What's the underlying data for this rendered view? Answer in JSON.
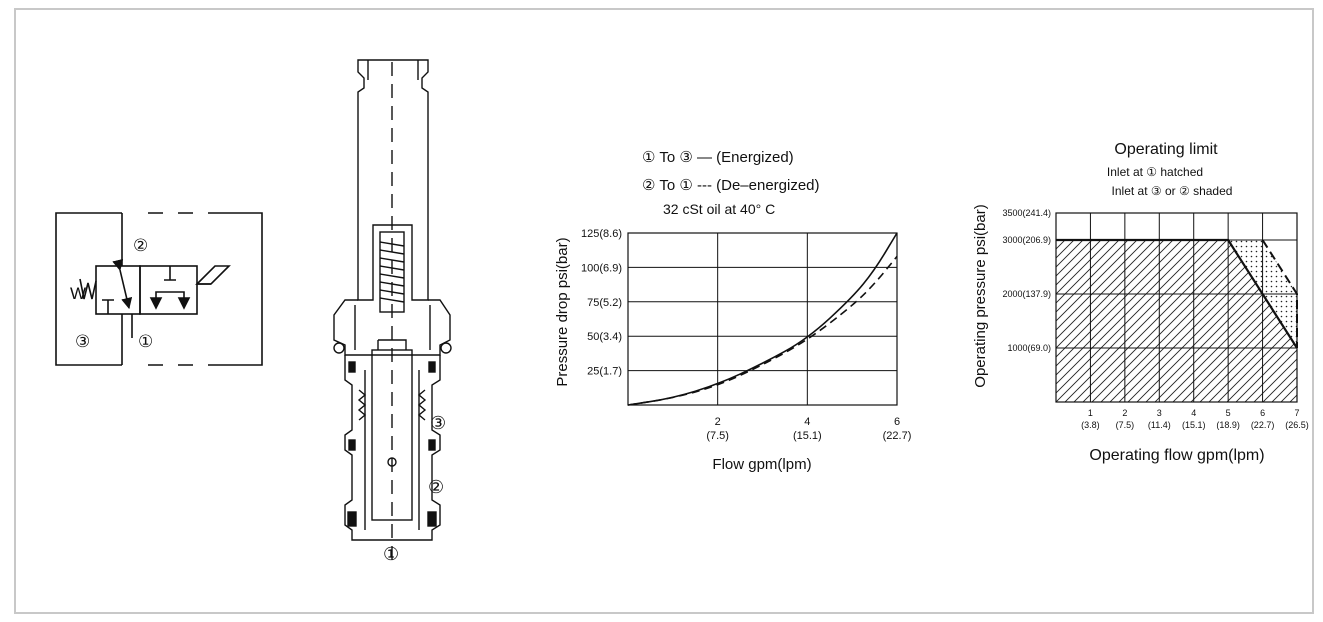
{
  "symbol": {
    "port_labels": [
      "②",
      "③",
      "①"
    ],
    "spring_label": "W"
  },
  "cartridge": {
    "port_labels": [
      "③",
      "②",
      "①"
    ]
  },
  "chart_data": [
    {
      "type": "line",
      "legend": [
        "① To ③ — (Energized)",
        "② To ① --- (De–energized)",
        "32 cSt oil at 40°  C"
      ],
      "xlabel": "Flow gpm(lpm)",
      "ylabel": "Pressure drop psi(bar)",
      "x_ticks": [
        {
          "value": 2,
          "label": "2",
          "sub": "(7.5)"
        },
        {
          "value": 4,
          "label": "4",
          "sub": "(15.1)"
        },
        {
          "value": 6,
          "label": "6",
          "sub": "(22.7)"
        }
      ],
      "y_ticks": [
        {
          "value": 25,
          "label": "25(1.7)"
        },
        {
          "value": 50,
          "label": "50(3.4)"
        },
        {
          "value": 75,
          "label": "75(5.2)"
        },
        {
          "value": 100,
          "label": "100(6.9)"
        },
        {
          "value": 125,
          "label": "125(8.6)"
        }
      ],
      "xlim": [
        0,
        6
      ],
      "ylim": [
        0,
        125
      ],
      "grid": true,
      "series": [
        {
          "style": "solid",
          "points": [
            [
              0,
              0
            ],
            [
              1,
              5
            ],
            [
              2,
              15
            ],
            [
              3,
              30
            ],
            [
              4,
              48
            ],
            [
              5,
              78
            ],
            [
              5.5,
              98
            ],
            [
              6,
              125
            ]
          ]
        },
        {
          "style": "dashed",
          "points": [
            [
              0,
              0
            ],
            [
              1,
              5
            ],
            [
              2,
              14
            ],
            [
              3,
              29
            ],
            [
              4,
              47
            ],
            [
              5,
              72
            ],
            [
              5.5,
              88
            ],
            [
              6,
              108
            ]
          ]
        }
      ]
    },
    {
      "type": "area",
      "title": "Operating limit",
      "subtitles": [
        "Inlet at ① hatched",
        "Inlet at ③ or ② shaded"
      ],
      "xlabel": "Operating flow gpm(lpm)",
      "ylabel": "Operating pressure psi(bar)",
      "x_ticks": [
        {
          "value": 1,
          "label": "1",
          "sub": "(3.8)"
        },
        {
          "value": 2,
          "label": "2",
          "sub": "(7.5)"
        },
        {
          "value": 3,
          "label": "3",
          "sub": "(11.4)"
        },
        {
          "value": 4,
          "label": "4",
          "sub": "(15.1)"
        },
        {
          "value": 5,
          "label": "5",
          "sub": "(18.9)"
        },
        {
          "value": 6,
          "label": "6",
          "sub": "(22.7)"
        },
        {
          "value": 7,
          "label": "7",
          "sub": "(26.5)"
        }
      ],
      "y_ticks": [
        {
          "value": 1000,
          "label": "1000(69.0)"
        },
        {
          "value": 2000,
          "label": "2000(137.9)"
        },
        {
          "value": 3000,
          "label": "3000(206.9)"
        },
        {
          "value": 3500,
          "label": "3500(241.4)"
        }
      ],
      "xlim": [
        0,
        7
      ],
      "ylim": [
        0,
        3500
      ],
      "grid": true,
      "series": [
        {
          "fill": "hatched",
          "points": [
            [
              0,
              3000
            ],
            [
              5,
              3000
            ],
            [
              7,
              1000
            ]
          ]
        },
        {
          "fill": "shaded",
          "points": [
            [
              0,
              3000
            ],
            [
              6,
              3000
            ],
            [
              7,
              2000
            ],
            [
              7,
              1000
            ]
          ]
        }
      ]
    }
  ]
}
